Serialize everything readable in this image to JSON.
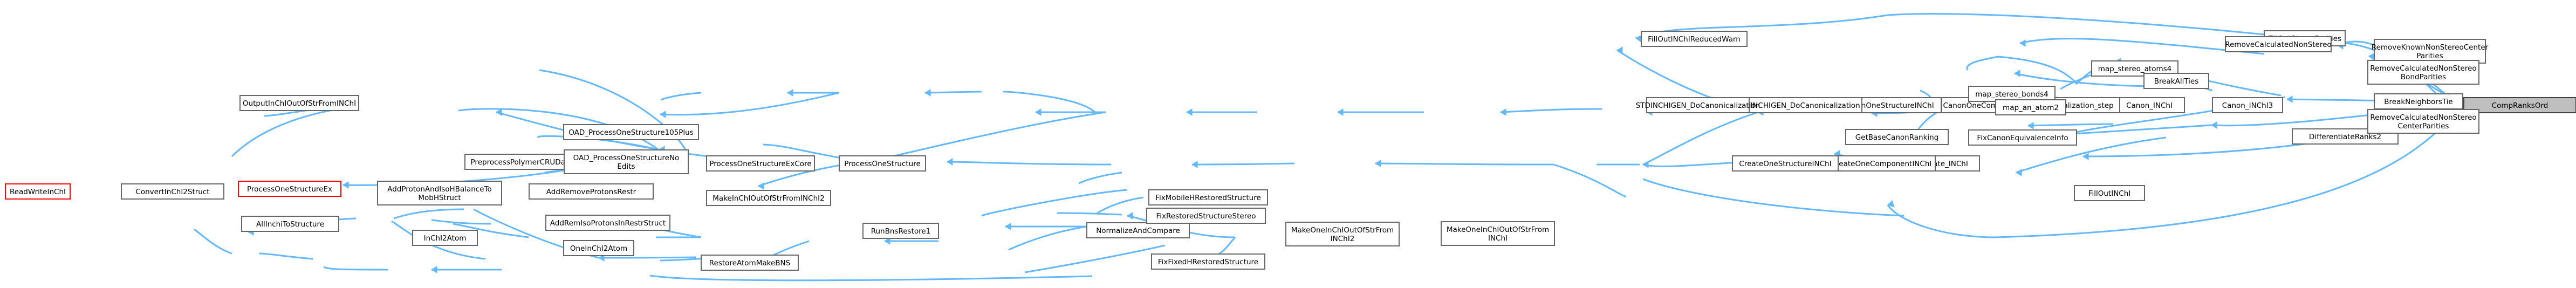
{
  "colors": {
    "edge": "#63b8ff",
    "node_border": "#666666",
    "highlight_border": "#ff0000",
    "root_fill": "#bfbfbf"
  },
  "nodes": [
    {
      "id": "n0",
      "lines": [
        "CompRanksOrd"
      ],
      "kind": "root"
    },
    {
      "id": "n1",
      "lines": [
        "BreakNeighborsTie"
      ]
    },
    {
      "id": "n2",
      "lines": [
        "DifferentiateRanks2"
      ]
    },
    {
      "id": "n3",
      "lines": [
        "RemoveKnownNonStereoCenter",
        "Parities"
      ]
    },
    {
      "id": "n4",
      "lines": [
        "FillOutStereoParities"
      ]
    },
    {
      "id": "n5",
      "lines": [
        "Canon_INChI3"
      ]
    },
    {
      "id": "n6",
      "lines": [
        "Canon_INChI"
      ]
    },
    {
      "id": "n7",
      "lines": [
        "Canonicalization_step"
      ]
    },
    {
      "id": "n8",
      "lines": [
        "CanonOneComponentINChI"
      ]
    },
    {
      "id": "n9",
      "lines": [
        "CanonOneStructureINChI"
      ]
    },
    {
      "id": "n10",
      "lines": [
        "INCHIGEN_DoCanonicalization"
      ]
    },
    {
      "id": "n11",
      "lines": [
        "STDINCHIGEN_DoCanonicalization"
      ]
    },
    {
      "id": "n12",
      "lines": [
        "FillOutINChIReducedWarn"
      ]
    },
    {
      "id": "n13",
      "lines": [
        "FillOutINChI"
      ]
    },
    {
      "id": "n14",
      "lines": [
        "Create_INChI"
      ]
    },
    {
      "id": "n15",
      "lines": [
        "CreateOneComponentINChI"
      ]
    },
    {
      "id": "n16",
      "lines": [
        "CreateOneStructureINChI"
      ]
    },
    {
      "id": "n17",
      "lines": [
        "ProcessOneStructure"
      ]
    },
    {
      "id": "n18",
      "lines": [
        "ProcessOneStructureExCore"
      ]
    },
    {
      "id": "n19",
      "lines": [
        "OAD_ProcessOneStructure105Plus"
      ]
    },
    {
      "id": "n20",
      "lines": [
        "PreprocessPolymerCRUData"
      ]
    },
    {
      "id": "n21",
      "lines": [
        "OutputInChIOutOfStrFromINChI"
      ]
    },
    {
      "id": "n22",
      "lines": [
        "ConvertInChI2Struct"
      ]
    },
    {
      "id": "n23",
      "lines": [
        "ReadWriteInChI"
      ],
      "kind": "red"
    },
    {
      "id": "n24",
      "lines": [
        "OAD_ProcessOneStructureNo",
        "Edits"
      ]
    },
    {
      "id": "n25",
      "lines": [
        "ProcessOneStructureEx"
      ],
      "kind": "red"
    },
    {
      "id": "n26",
      "lines": [
        "MakeOneInChIOutOfStrFrom",
        "INChI"
      ]
    },
    {
      "id": "n27",
      "lines": [
        "MakeInChIOutOfStrFromINChI2"
      ]
    },
    {
      "id": "n28",
      "lines": [
        "AddProtonAndIsoHBalanceTo",
        "MobHStruct"
      ]
    },
    {
      "id": "n29",
      "lines": [
        "AllInchiToStructure"
      ]
    },
    {
      "id": "n30",
      "lines": [
        "InChI2Atom"
      ]
    },
    {
      "id": "n31",
      "lines": [
        "OneInChI2Atom"
      ]
    },
    {
      "id": "n32",
      "lines": [
        "MakeOneInChIOutOfStrFrom",
        "INChI2"
      ]
    },
    {
      "id": "n33",
      "lines": [
        "FixFixedHRestoredStructure"
      ]
    },
    {
      "id": "n34",
      "lines": [
        "NormalizeAndCompare"
      ]
    },
    {
      "id": "n35",
      "lines": [
        "RunBnsRestore1"
      ]
    },
    {
      "id": "n36",
      "lines": [
        "RestoreAtomMakeBNS"
      ]
    },
    {
      "id": "n37",
      "lines": [
        "FixMobileHRestoredStructure"
      ]
    },
    {
      "id": "n38",
      "lines": [
        "FixRestoredStructureStereo"
      ]
    },
    {
      "id": "n39",
      "lines": [
        "AddRemoveProtonsRestr"
      ]
    },
    {
      "id": "n40",
      "lines": [
        "AddRemIsoProtonsInRestrStruct"
      ]
    },
    {
      "id": "n41",
      "lines": [
        "GetBaseCanonRanking"
      ]
    },
    {
      "id": "n42",
      "lines": [
        "FixCanonEquivalenceInfo"
      ]
    },
    {
      "id": "n43",
      "lines": [
        "map_stereo_atoms4"
      ]
    },
    {
      "id": "n44",
      "lines": [
        "map_stereo_bonds4"
      ]
    },
    {
      "id": "n45",
      "lines": [
        "map_an_atom2"
      ]
    },
    {
      "id": "n46",
      "lines": [
        "RemoveCalculatedNonStereo",
        "BondParities"
      ]
    },
    {
      "id": "n47",
      "lines": [
        "RemoveCalculatedNonStereo"
      ]
    },
    {
      "id": "n48",
      "lines": [
        "BreakAllTies"
      ]
    },
    {
      "id": "n49",
      "lines": [
        "RemoveCalculatedNonStereo",
        "CenterParities"
      ]
    }
  ]
}
